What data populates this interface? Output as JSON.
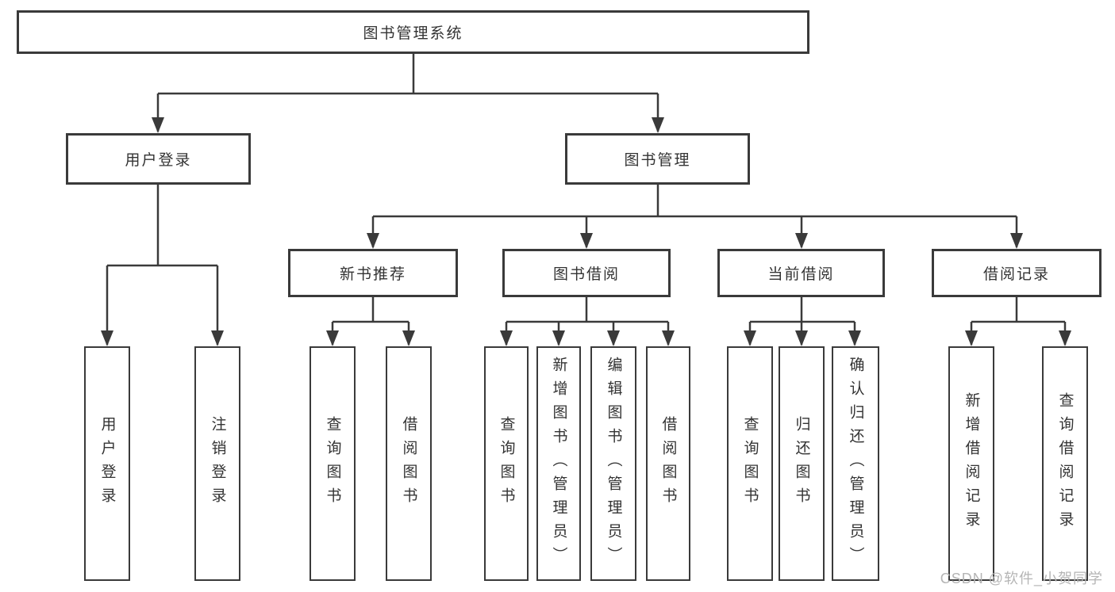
{
  "diagram": {
    "root": {
      "label": "图书管理系统"
    },
    "level1": [
      {
        "label": "用户登录"
      },
      {
        "label": "图书管理"
      }
    ],
    "level2": [
      {
        "label": "新书推荐"
      },
      {
        "label": "图书借阅"
      },
      {
        "label": "当前借阅"
      },
      {
        "label": "借阅记录"
      }
    ],
    "groups": {
      "user_login_children": [
        "用户登录",
        "注销登录"
      ],
      "new_book_children": [
        "查询图书",
        "借阅图书"
      ],
      "book_borrow_children": [
        "查询图书",
        "新增图书（管理员）",
        "编辑图书（管理员）",
        "借阅图书"
      ],
      "current_borrow_children": [
        "查询图书",
        "归还图书",
        "确认归还（管理员）"
      ],
      "borrow_record_children": [
        "新增借阅记录",
        "查询借阅记录"
      ]
    }
  },
  "watermark": "CSDN @软件_小贺同学",
  "colors": {
    "line": "#3a3a3a",
    "text": "#333333",
    "watermark": "#b5b5b5",
    "background": "#ffffff"
  }
}
